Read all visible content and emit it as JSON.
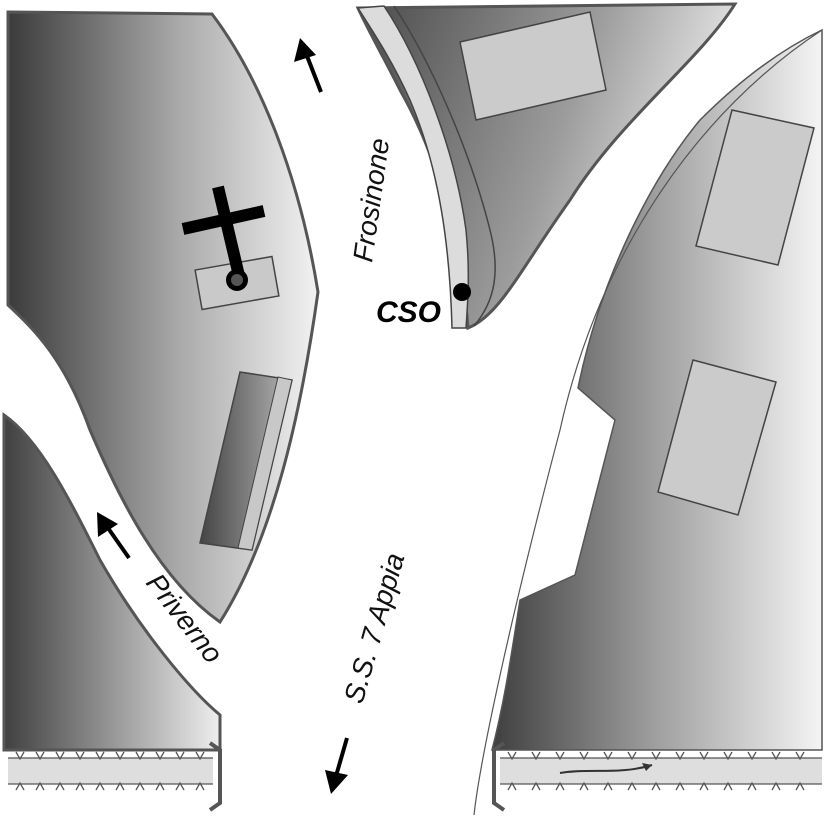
{
  "labels": {
    "frosinone": "Frosinone",
    "cso": "CSO",
    "priverno": "Priverno",
    "appia": "S.S. 7 Appia"
  },
  "icons": {
    "church": "church-cross-icon",
    "direction": "arrow-icon"
  },
  "colors": {
    "block_dark": "#3a3a3a",
    "block_light": "#f4f4f4",
    "building": "#cfcfcf",
    "outline": "#555555",
    "road": "#ffffff",
    "marker": "#000000"
  }
}
